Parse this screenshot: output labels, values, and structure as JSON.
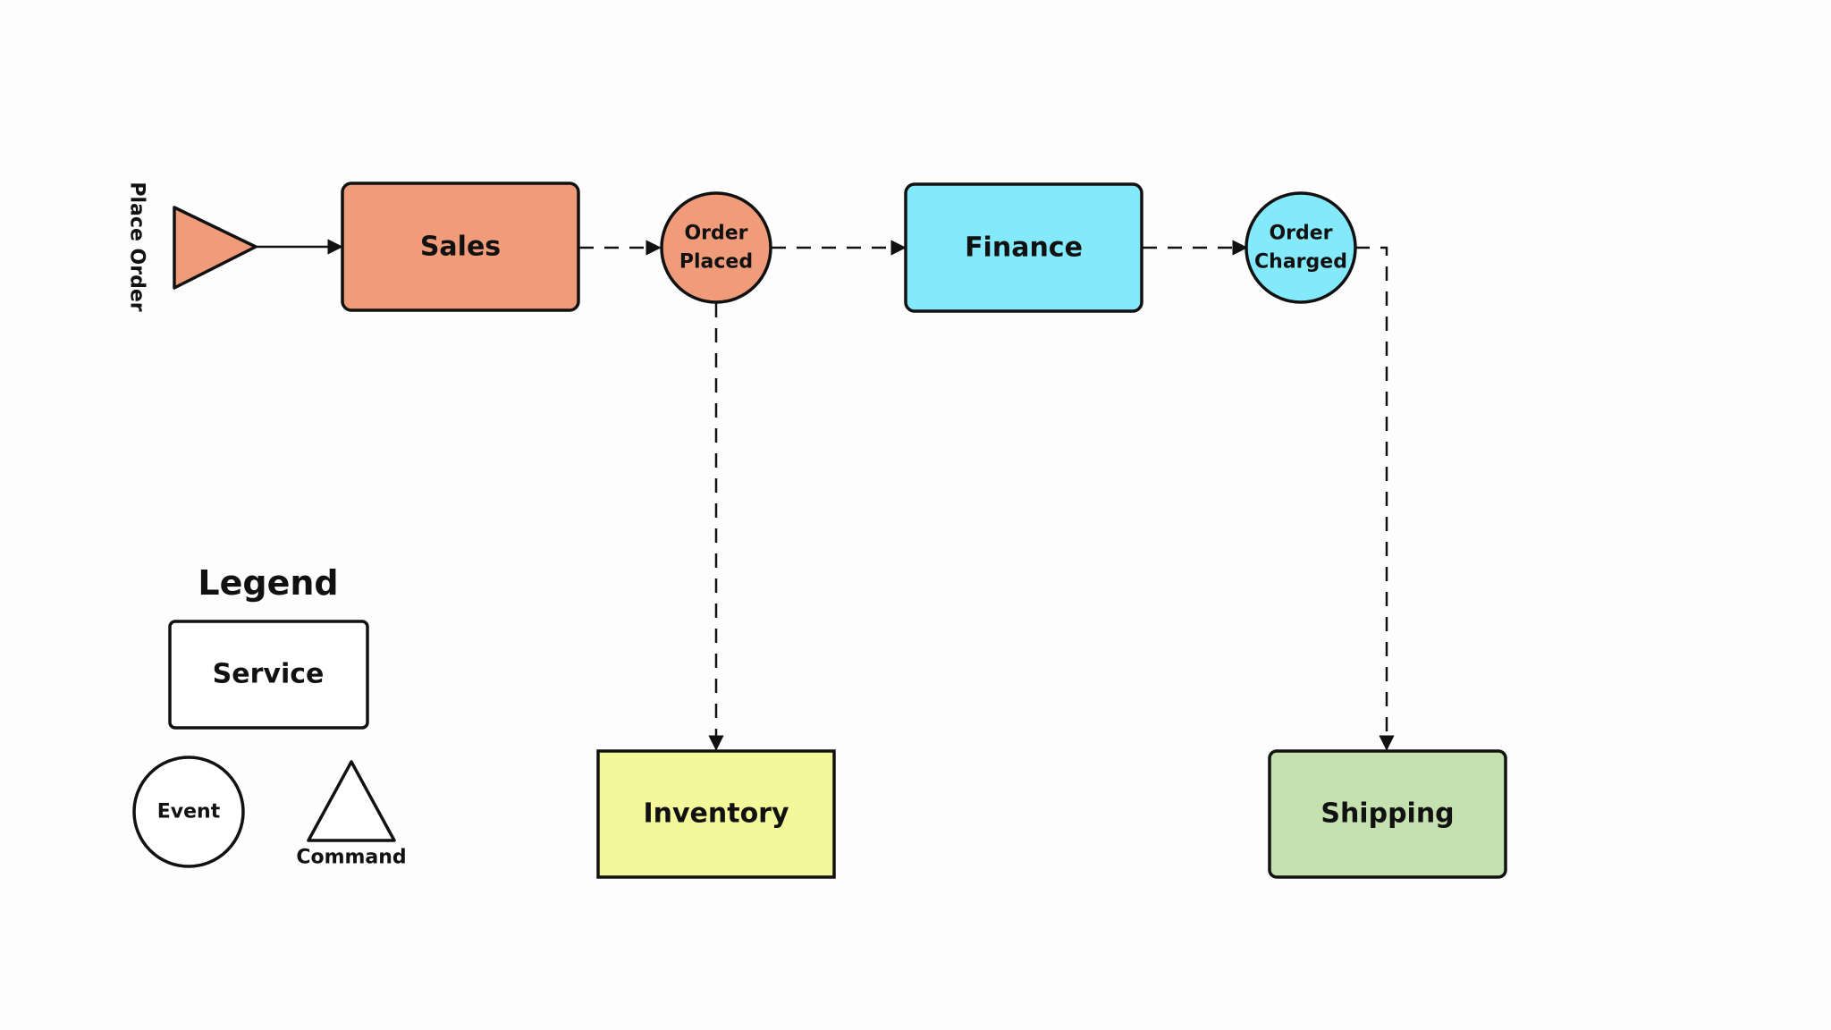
{
  "diagram": {
    "colors": {
      "sales": "#f09c7b",
      "order_placed": "#f09c7b",
      "finance": "#84eafb",
      "order_charged": "#84eafb",
      "inventory": "#f3f89b",
      "shipping": "#c6e1b0",
      "legend_fill": "#ffffff",
      "stroke": "#111111"
    },
    "command": {
      "label": "Place Order"
    },
    "services": {
      "sales": "Sales",
      "finance": "Finance",
      "inventory": "Inventory",
      "shipping": "Shipping"
    },
    "events": {
      "order_placed": {
        "line1": "Order",
        "line2": "Placed"
      },
      "order_charged": {
        "line1": "Order",
        "line2": "Charged"
      }
    },
    "legend": {
      "title": "Legend",
      "service": "Service",
      "event": "Event",
      "command": "Command"
    }
  }
}
